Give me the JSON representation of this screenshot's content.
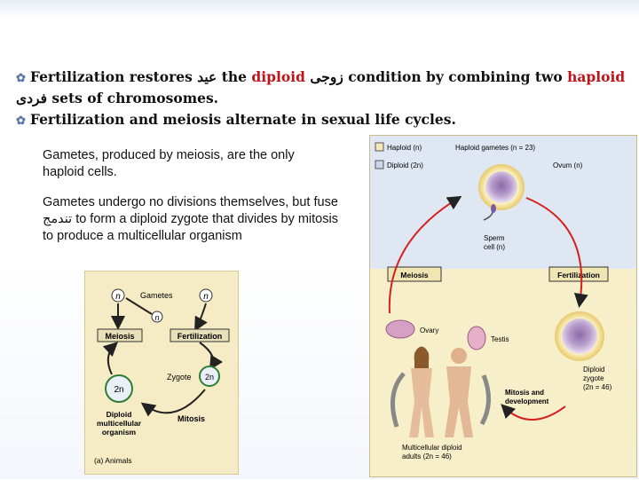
{
  "bullets": [
    {
      "a": "Fertilization restores",
      "arabic1": "عید",
      "b": "the",
      "c": "diploid",
      "arabic2": "زوجی",
      "d": "condition by combining two",
      "e": "haploid",
      "arabic3": "فردی",
      "f": "sets of chromosomes."
    },
    {
      "text": "Fertilization and meiosis alternate in sexual life cycles."
    }
  ],
  "paragraphs": {
    "p1": "Gametes, produced by meiosis, are the only haploid cells.",
    "p2_a": "Gametes undergo no divisions themselves, but fuse",
    "p2_ar": "تندمج",
    "p2_b": "to form a diploid zygote that divides by mitosis to produce a multicellular organism"
  },
  "figureA": {
    "gametes": "Gametes",
    "n": "n",
    "meiosis": "Meiosis",
    "fertilization": "Fertilization",
    "zygote": "Zygote",
    "two_n": "2n",
    "diploid_org": [
      "Diploid",
      "multicellular",
      "organism"
    ],
    "mitosis": "Mitosis",
    "caption": "(a) Animals"
  },
  "figureB": {
    "legend_haploid": "Haploid (n)",
    "legend_diploid": "Diploid (2n)",
    "haploid_gametes": "Haploid gametes (n = 23)",
    "ovum": "Ovum (n)",
    "sperm": [
      "Sperm",
      "cell (n)"
    ],
    "meiosis": "Meiosis",
    "fertilization": "Fertilization",
    "ovary": "Ovary",
    "testis": "Testis",
    "zygote": [
      "Diploid",
      "zygote",
      "(2n = 46)"
    ],
    "mitosis": [
      "Mitosis and",
      "development"
    ],
    "adults": [
      "Multicellular diploid",
      "adults (2n = 46)"
    ],
    "colors": {
      "haploid": "#f2e9b6",
      "diploid": "#c8d8ea",
      "panel": "#f7efc9",
      "cell": "#a98bc0"
    }
  }
}
